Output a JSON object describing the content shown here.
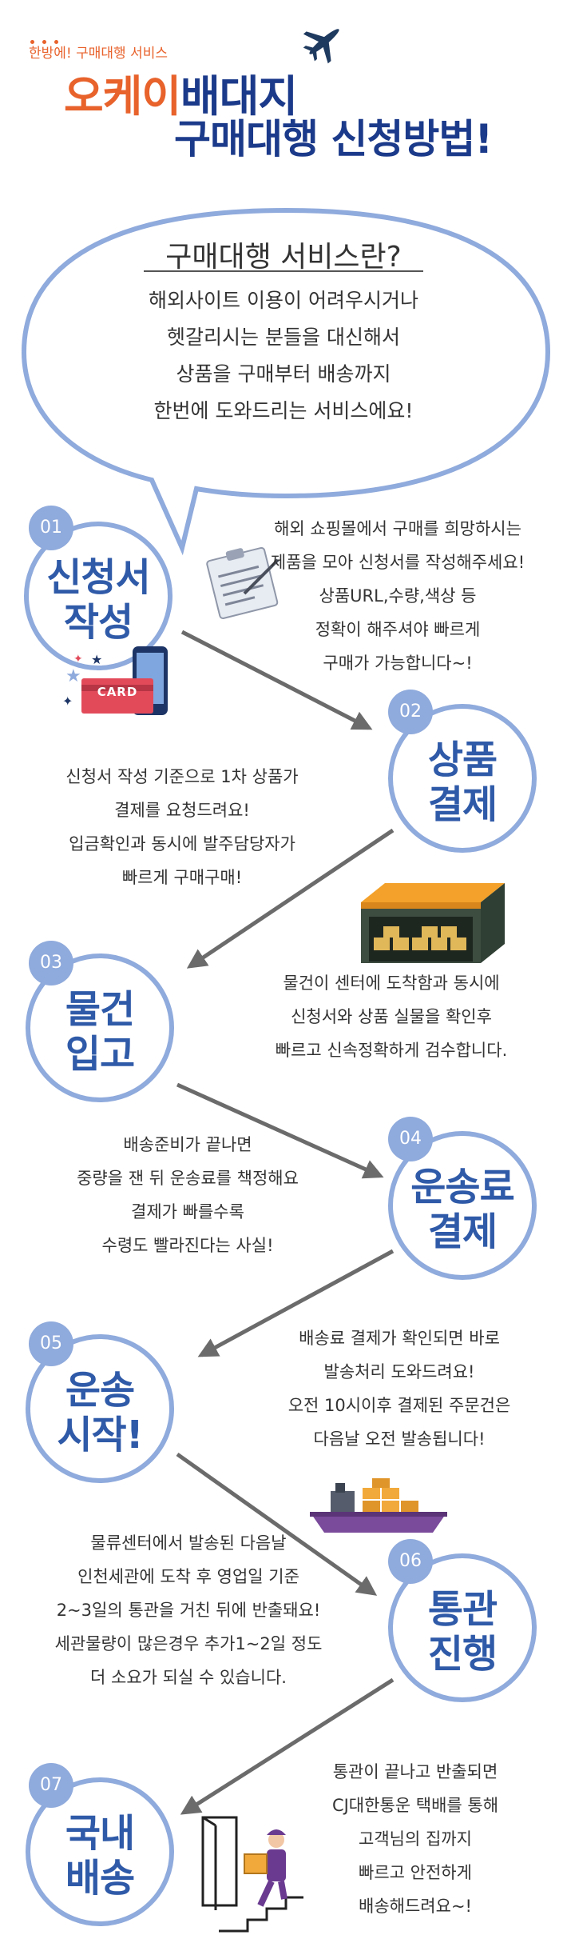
{
  "header": {
    "tagline": "한방에! 구매대행 서비스",
    "brand_orange": "오케이",
    "brand_blue": "배대지",
    "headline": "구매대행 신청방법!",
    "icons": [
      "airplane-icon"
    ]
  },
  "intro": {
    "title": "구매대행 서비스란?",
    "lines": [
      "해외사이트 이용이 어려우시거나",
      "헷갈리시는 분들을 대신해서",
      "상품을 구매부터 배송까지",
      "한번에 도와드리는 서비스에요!"
    ]
  },
  "steps": [
    {
      "number": "01",
      "title_lines": [
        "신청서",
        "작성"
      ],
      "desc_lines": [
        "해외 쇼핑몰에서 구매를 희망하시는",
        "제품을 모아 신청서를 작성해주세요!",
        "상품URL,수량,색상 등",
        "정확이 해주셔야 빠르게",
        "구매가 가능합니다~!"
      ],
      "icon": "clipboard-icon",
      "icon2": "card-phone-icon",
      "card_label": "CARD"
    },
    {
      "number": "02",
      "title_lines": [
        "상품",
        "결제"
      ],
      "desc_lines": [
        "신청서 작성 기준으로 1차 상품가",
        "결제를 요청드려요!",
        "입금확인과 동시에 발주담당자가",
        "빠르게 구매구매!"
      ]
    },
    {
      "number": "03",
      "title_lines": [
        "물건",
        "입고"
      ],
      "desc_lines": [
        "물건이 센터에 도착함과 동시에",
        "신청서와 상품 실물을 확인후",
        "빠르고 신속정확하게 검수합니다."
      ],
      "icon": "warehouse-icon"
    },
    {
      "number": "04",
      "title_lines": [
        "운송료",
        "결제"
      ],
      "desc_lines": [
        "배송준비가 끝나면",
        "중량을 잰 뒤 운송료를 책정해요",
        "결제가 빠를수록",
        "수령도 빨라진다는 사실!"
      ]
    },
    {
      "number": "05",
      "title_lines": [
        "운송",
        "시작!"
      ],
      "desc_lines": [
        "배송료 결제가 확인되면 바로",
        "발송처리 도와드려요!",
        "오전 10시이후 결제된 주문건은",
        "다음날 오전 발송됩니다!"
      ],
      "icon": "cargo-ship-icon"
    },
    {
      "number": "06",
      "title_lines": [
        "통관",
        "진행"
      ],
      "desc_lines": [
        "물류센터에서 발송된 다음날",
        "인천세관에 도착 후 영업일 기준",
        "2~3일의 통관을 거친 뒤에 반출돼요!",
        "세관물량이 많은경우 추가1~2일 정도",
        "더 소요가 되실 수 있습니다."
      ]
    },
    {
      "number": "07",
      "title_lines": [
        "국내",
        "배송"
      ],
      "desc_lines": [
        "통관이 끝나고 반출되면",
        "CJ대한통운 택배를 통해",
        "고객님의 집까지",
        "빠르고 안전하게",
        "배송해드려요~!"
      ],
      "icon": "delivery-person-icon"
    }
  ],
  "colors": {
    "orange": "#e8622c",
    "navy": "#1b3a8a",
    "step_blue": "#2f5aa8",
    "circle_border": "#8faadc",
    "arrow_gray": "#6b6b6b"
  }
}
